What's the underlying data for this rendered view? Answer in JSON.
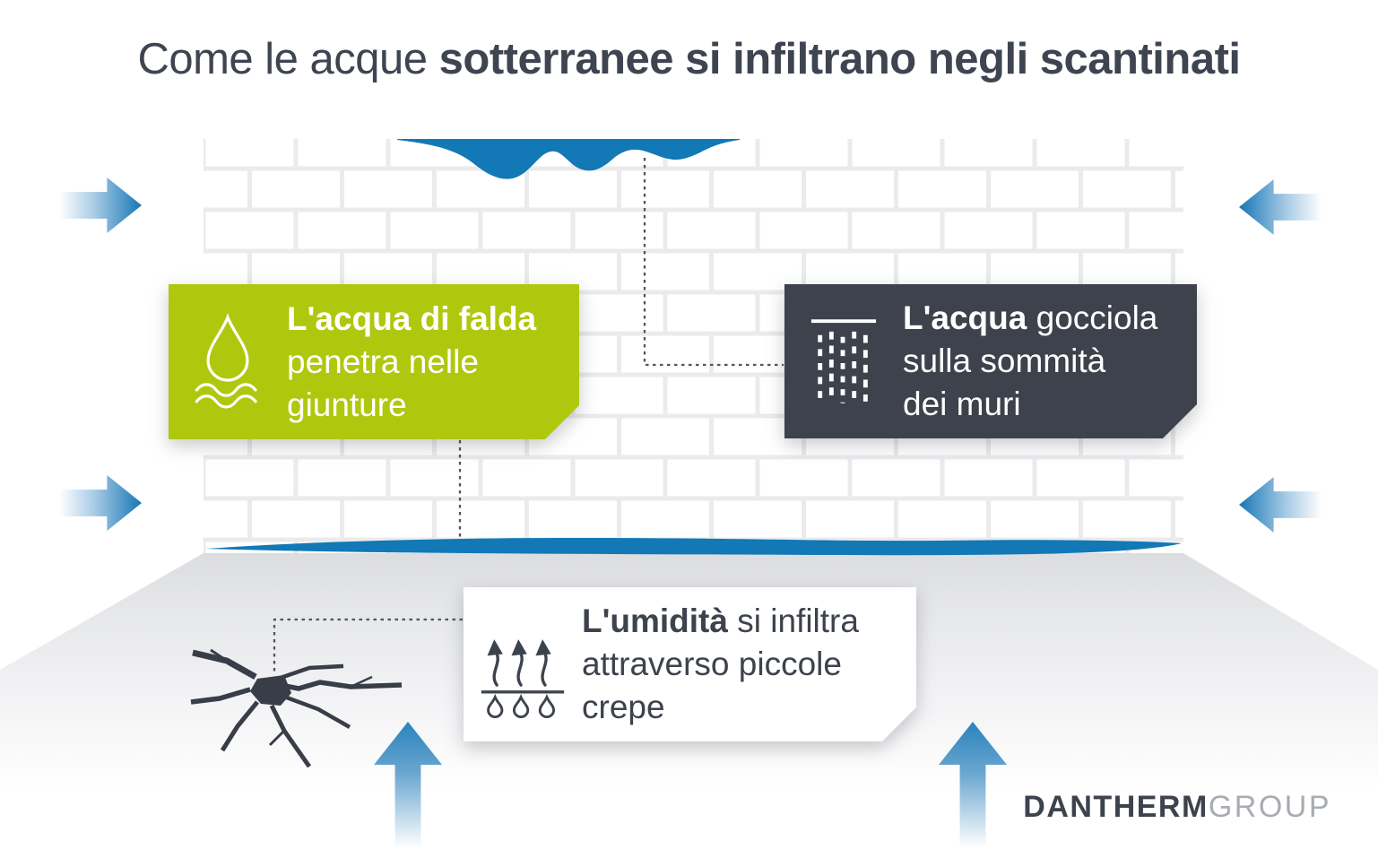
{
  "title": {
    "regular": "Come le acque ",
    "bold": "sotterranee si infiltrano negli scantinati"
  },
  "callouts": {
    "groundwater": {
      "icon": "water-drop-waves-icon",
      "line1_bold": "L'acqua di falda",
      "line2": "penetra nelle",
      "line3": "giunture",
      "bg_color": "#afc80e",
      "text_color": "#ffffff"
    },
    "wall_top": {
      "icon": "dripping-water-icon",
      "line1_bold": "L'acqua",
      "line1_rest": " gocciola",
      "line2": "sulla sommità",
      "line3": "dei muri",
      "bg_color": "#3d424c",
      "text_color": "#ffffff"
    },
    "humidity": {
      "icon": "evaporation-drops-icon",
      "line1_bold": "L'umidità",
      "line1_rest": " si infiltra",
      "line2": "attraverso piccole",
      "line3": "crepe",
      "bg_color": "#ffffff",
      "text_color": "#3d434d"
    }
  },
  "logo": {
    "primary": "DANTHERM",
    "secondary": "GROUP"
  },
  "arrows": {
    "left_count": 2,
    "right_count": 2,
    "up_count": 2
  },
  "colors": {
    "water_blue": "#1278b6",
    "arrow_blue": "#1777b5",
    "accent_green": "#afc80e",
    "charcoal": "#3d424c",
    "title_text": "#3e4450",
    "logo_gray": "#a8acb2",
    "mortar_gray": "#ebebed"
  }
}
